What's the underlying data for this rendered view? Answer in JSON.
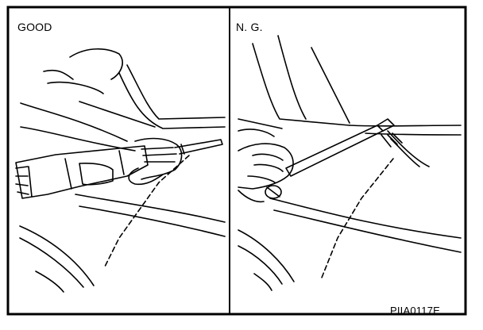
{
  "panels": {
    "left": {
      "label": "GOOD"
    },
    "right": {
      "label": "N. G."
    }
  },
  "figure_code": "PIIA0117E",
  "colors": {
    "ink": "#000000",
    "paper": "#ffffff"
  }
}
